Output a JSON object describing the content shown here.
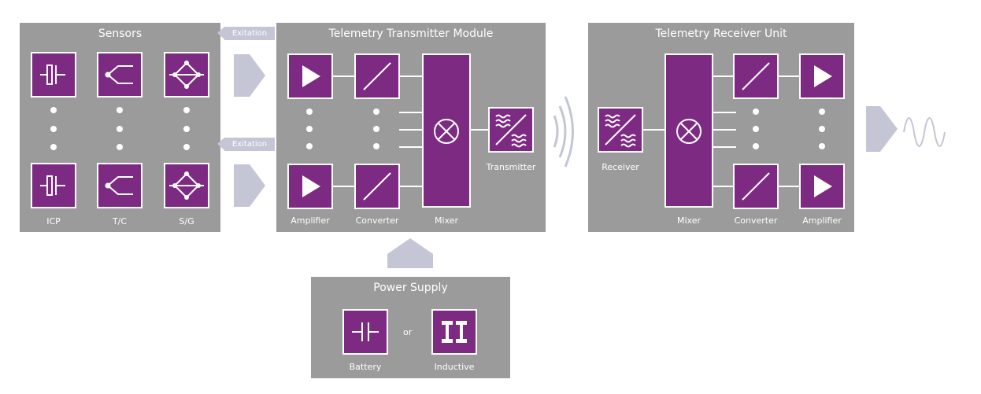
{
  "sensors": {
    "title": "Sensors",
    "labels": [
      "ICP",
      "T/C",
      "S/G"
    ]
  },
  "excitation_tags": [
    "Exitation",
    "Exitation"
  ],
  "transmitter_module": {
    "title": "Telemetry Transmitter Module",
    "labels": {
      "amplifier": "Amplifier",
      "converter": "Converter",
      "mixer": "Mixer",
      "transmitter": "Transmitter"
    }
  },
  "receiver_unit": {
    "title": "Telemetry Receiver Unit",
    "labels": {
      "receiver": "Receiver",
      "mixer": "Mixer",
      "converter": "Converter",
      "amplifier": "Amplifier"
    }
  },
  "power_supply": {
    "title": "Power Supply",
    "or_text": "or",
    "labels": {
      "battery": "Battery",
      "inductive": "Inductive"
    }
  },
  "colors": {
    "panel": "#9b9b9b",
    "block": "#7d2a83",
    "arrow": "#c4c5d5"
  }
}
